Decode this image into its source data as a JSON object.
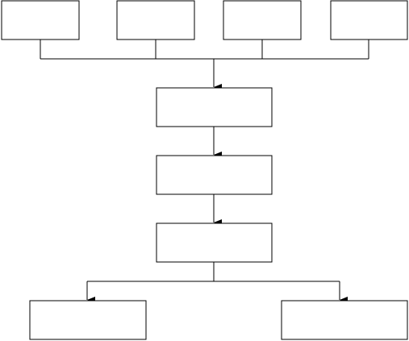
{
  "diagram": {
    "type": "flowchart",
    "stroke_color": "#000000",
    "fill_color": "#ffffff",
    "boxes": [
      {
        "id": "input-1",
        "label": ""
      },
      {
        "id": "input-2",
        "label": ""
      },
      {
        "id": "input-3",
        "label": ""
      },
      {
        "id": "input-4",
        "label": ""
      },
      {
        "id": "step-1",
        "label": ""
      },
      {
        "id": "step-2",
        "label": ""
      },
      {
        "id": "step-3",
        "label": ""
      },
      {
        "id": "output-left",
        "label": ""
      },
      {
        "id": "output-right",
        "label": ""
      }
    ],
    "edges": [
      {
        "from": [
          "input-1",
          "input-2",
          "input-3",
          "input-4"
        ],
        "to": "step-1"
      },
      {
        "from": [
          "step-1"
        ],
        "to": "step-2"
      },
      {
        "from": [
          "step-2"
        ],
        "to": "step-3"
      },
      {
        "from": [
          "step-3"
        ],
        "to": "output-left"
      },
      {
        "from": [
          "step-3"
        ],
        "to": "output-right"
      }
    ]
  }
}
